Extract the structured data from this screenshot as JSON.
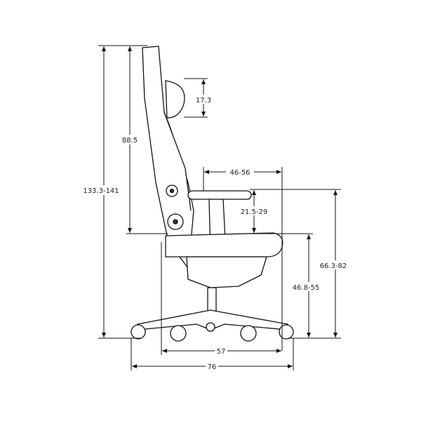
{
  "diagram": {
    "subject": "office-chair-side-view",
    "dimensions": {
      "overall_height": "133.3-141",
      "backrest_height": "88.5",
      "lumbar_height": "17.3",
      "armrest_depth": "46-56",
      "armrest_height": "21.5-29",
      "armrest_floor_height": "66.3-82",
      "seat_height": "46.8-55",
      "seat_width": "57",
      "base_width": "76"
    }
  }
}
